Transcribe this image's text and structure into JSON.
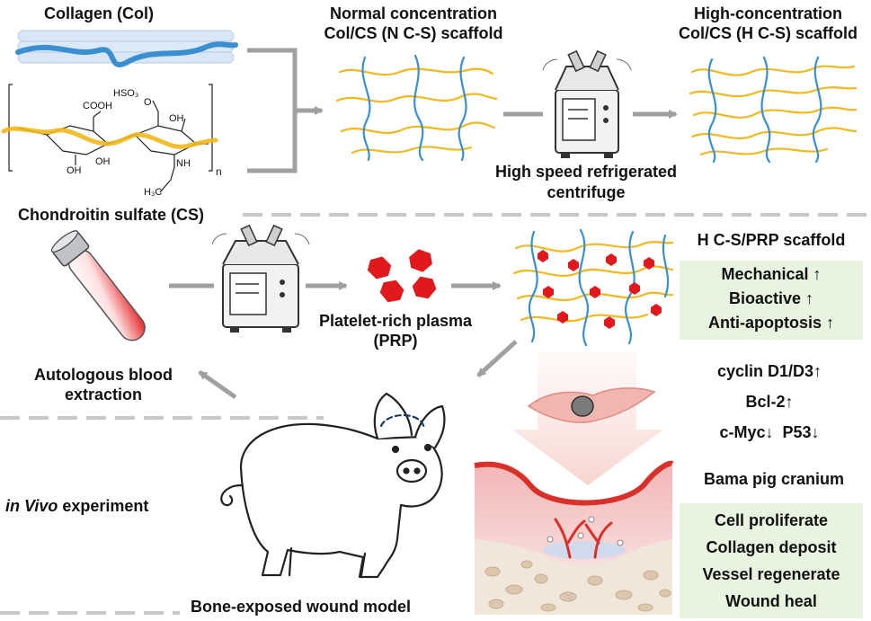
{
  "top": {
    "collagen_label": "Collagen (Col)",
    "normal_title_line1": "Normal concentration",
    "normal_title_line2": "Col/CS (N C-S) scaffold",
    "high_title_line1": "High-concentration",
    "high_title_line2": "Col/CS (H C-S) scaffold",
    "centrifuge_line1": "High speed refrigerated",
    "centrifuge_line2": "centrifuge",
    "cs_label": "Chondroitin sulfate (CS)",
    "chem": {
      "cooh": "COOH",
      "hso3": "HSO₃",
      "oh1": "OH",
      "oh2": "OH",
      "oh3": "OH",
      "o": "O",
      "nh": "NH",
      "ch3": "H₃C",
      "n": "n"
    }
  },
  "middle": {
    "prp_line1": "Platelet-rich plasma",
    "prp_line2": "(PRP)",
    "blood_line1": "Autologous blood",
    "blood_line2": "extraction",
    "scaffold_title": "H C-S/PRP scaffold",
    "properties": [
      "Mechanical ↑",
      "Bioactive ↑",
      "Anti-apoptosis ↑"
    ],
    "molecular": [
      "cyclin D1/D3↑",
      "Bcl-2↑",
      "c-Myc↓  P53↓"
    ]
  },
  "bottom": {
    "in_vivo_italic": "in Vivo",
    "in_vivo_rest": " experiment",
    "wound_model": "Bone-exposed wound model",
    "cranium_title": "Bama pig cranium",
    "outcomes": [
      "Cell proliferate",
      "Collagen deposit",
      "Vessel regenerate",
      "Wound heal"
    ]
  },
  "colors": {
    "collagen_blue": "#3a8fd0",
    "cs_yellow": "#f2b81c",
    "prp_red": "#e2191c",
    "arrow_gray": "#a0a0a0",
    "box_green": "#e8f3e0"
  }
}
